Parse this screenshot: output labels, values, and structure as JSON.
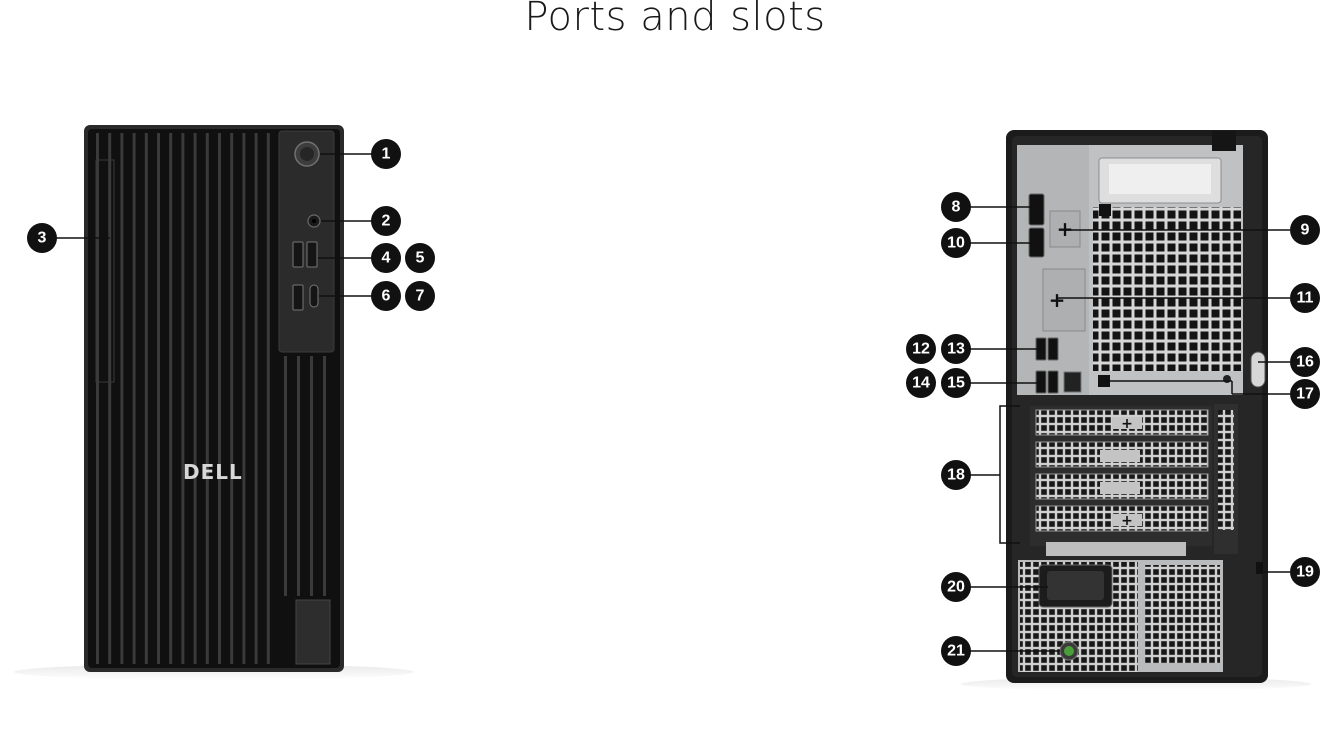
{
  "page": {
    "title": "Ports and slots"
  },
  "front_view": {
    "brand_logo": "DELL",
    "callouts": [
      "1",
      "2",
      "3",
      "4",
      "5",
      "6",
      "7"
    ]
  },
  "rear_view": {
    "callouts": [
      "8",
      "9",
      "10",
      "11",
      "12",
      "13",
      "14",
      "15",
      "16",
      "17",
      "18",
      "19",
      "20",
      "21"
    ]
  },
  "colors": {
    "callout_fill": "#111111",
    "callout_text": "#ffffff",
    "chassis_black": "#1c1c1c",
    "panel_silver": "#bfc1c3"
  }
}
